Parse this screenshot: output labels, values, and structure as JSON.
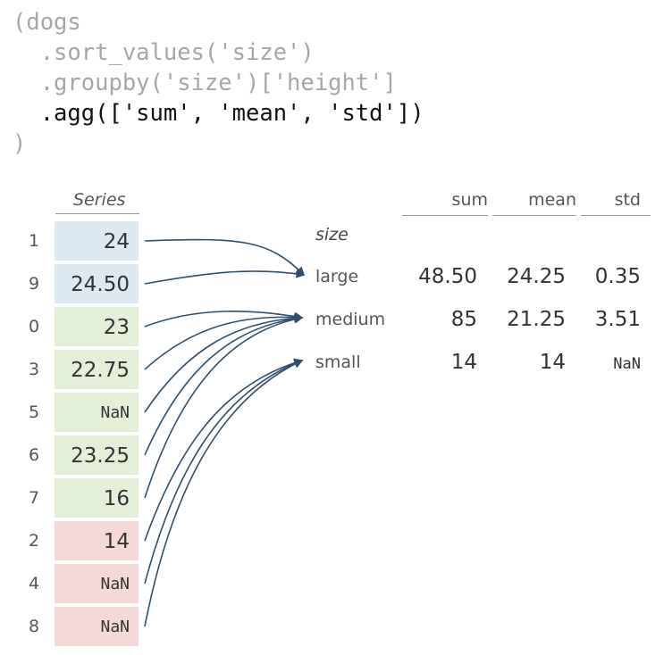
{
  "code": {
    "lines": [
      {
        "text": "(dogs",
        "highlight": false
      },
      {
        "text": "  .sort_values('size')",
        "highlight": false
      },
      {
        "text": "  .groupby('size')['height']",
        "highlight": false
      },
      {
        "text": "  .agg(['sum', 'mean', 'std'])",
        "highlight": true
      },
      {
        "text": ")",
        "highlight": false
      }
    ]
  },
  "series": {
    "header": "Series",
    "rows": [
      {
        "index": "1",
        "value": "24",
        "group": "large"
      },
      {
        "index": "9",
        "value": "24.50",
        "group": "large"
      },
      {
        "index": "0",
        "value": "23",
        "group": "medium"
      },
      {
        "index": "3",
        "value": "22.75",
        "group": "medium"
      },
      {
        "index": "5",
        "value": "NaN",
        "group": "medium"
      },
      {
        "index": "6",
        "value": "23.25",
        "group": "medium"
      },
      {
        "index": "7",
        "value": "16",
        "group": "medium"
      },
      {
        "index": "2",
        "value": "14",
        "group": "small"
      },
      {
        "index": "4",
        "value": "NaN",
        "group": "small"
      },
      {
        "index": "8",
        "value": "NaN",
        "group": "small"
      }
    ]
  },
  "result": {
    "index_name": "size",
    "columns": [
      "sum",
      "mean",
      "std"
    ],
    "rows": [
      {
        "label": "large",
        "values": [
          "48.50",
          "24.25",
          "0.35"
        ]
      },
      {
        "label": "medium",
        "values": [
          "85",
          "21.25",
          "3.51"
        ]
      },
      {
        "label": "small",
        "values": [
          "14",
          "14",
          "NaN"
        ]
      }
    ]
  },
  "colors": {
    "large": "#dde9f2",
    "medium": "#e4efd8",
    "small": "#f5d8d8",
    "arrow": "#2f4f6f"
  }
}
